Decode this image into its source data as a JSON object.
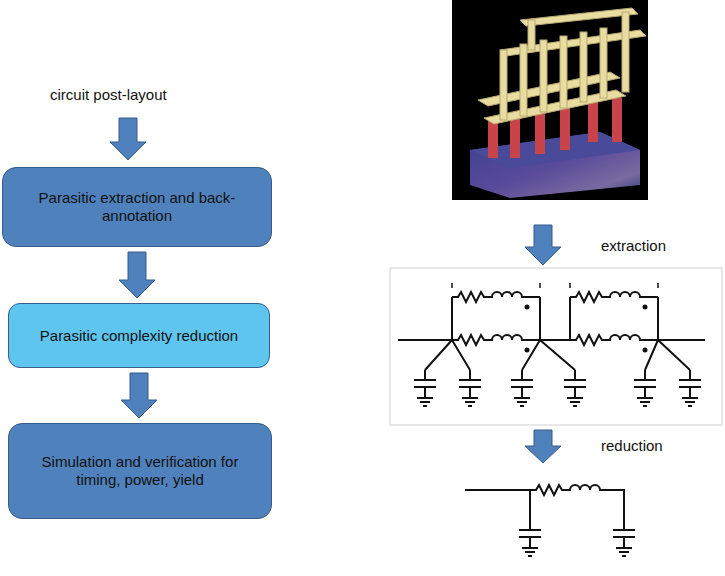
{
  "diagram": {
    "nodes": [
      {
        "text": [
          "Parasitic extraction and back-annotation"
        ]
      },
      {
        "text": [
          "Parasitic complexity reduction"
        ]
      },
      {
        "text": [
          "Simulation and verification for timing, power, yield"
        ]
      }
    ],
    "edges": [
      {
        "from": 0,
        "to": 1,
        "arrow": "to"
      },
      {
        "from": 1,
        "to": 2,
        "arrow": "to"
      }
    ],
    "labels": [
      "circuit post-layout",
      "extraction",
      "reduction"
    ]
  }
}
